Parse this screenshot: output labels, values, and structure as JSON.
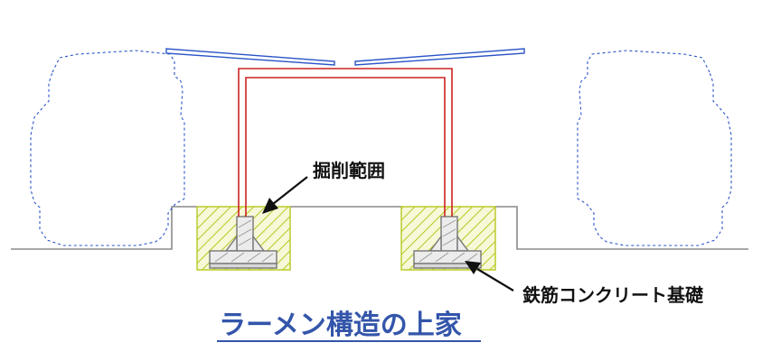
{
  "title": "ラーメン構造の上家",
  "labels": {
    "excavation": "掘削範囲",
    "foundation": "鉄筋コンクリート基礎"
  },
  "colors": {
    "title": "#3355aa",
    "frame": "#cc2222",
    "hatch": "#b8c820",
    "hatch_bg": "#f6f8d8",
    "vehicle_outline": "#2a55c8",
    "roof_panel": "#2a55c8",
    "ground": "#8a8a8a",
    "footing": "#777777",
    "footing_fill": "#ececec",
    "arrow": "#111111"
  }
}
